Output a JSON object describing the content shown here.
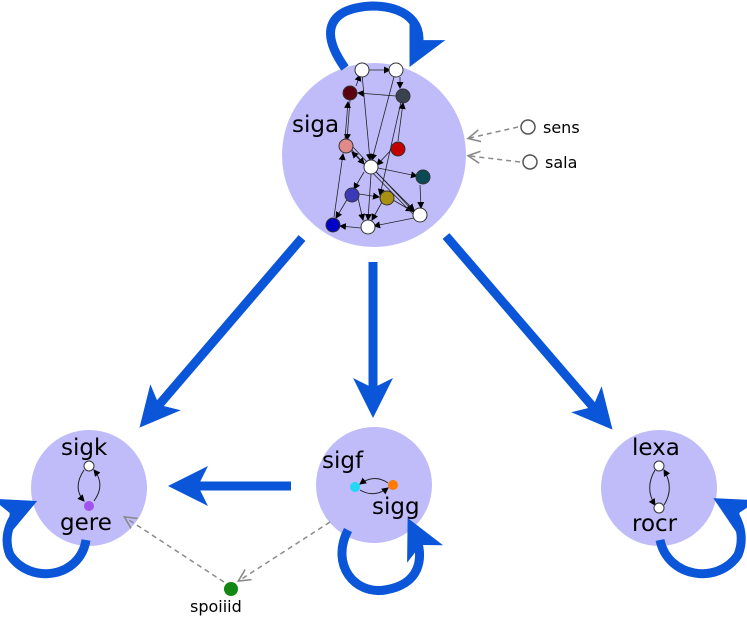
{
  "diagram": {
    "modules": {
      "siga": "siga",
      "sigk": "sigk",
      "gere": "gere",
      "sigf": "sigf",
      "sigg": "sigg",
      "lexa": "lexa",
      "rocr": "rocr"
    },
    "external_inputs": {
      "sens": "sens",
      "sala": "sala",
      "spoiiid": "spoiiid"
    },
    "colors": {
      "module_fill": "#c0bcfa",
      "big_arrow": "#0a55d8",
      "dashed_arrow": "#8a8a8a",
      "gere_node": "#a352f0",
      "sigf_node": "#22d8f5",
      "sigg_node": "#ff7a00",
      "spoiiid_node": "#118811",
      "siga_nodes": [
        "#5a0010",
        "#3a4250",
        "#e08a8a",
        "#c40000",
        "#0a4a55",
        "#3a3ab8",
        "#a89010",
        "#0000c8"
      ]
    }
  }
}
